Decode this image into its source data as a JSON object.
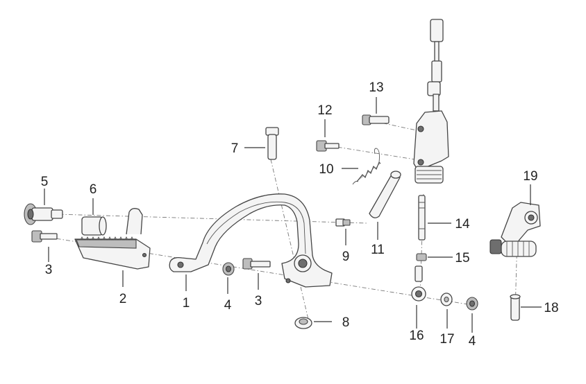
{
  "callouts": {
    "c1": "1",
    "c2": "2",
    "c3a": "3",
    "c3b": "3",
    "c4a": "4",
    "c4b": "4",
    "c5": "5",
    "c6": "6",
    "c7": "7",
    "c8": "8",
    "c9": "9",
    "c10": "10",
    "c11": "11",
    "c12": "12",
    "c13": "13",
    "c14": "14",
    "c15": "15",
    "c16": "16",
    "c17": "17",
    "c18": "18",
    "c19": "19"
  },
  "colors": {
    "line": "#333333",
    "fill": "#f4f4f4",
    "text": "#222222"
  }
}
